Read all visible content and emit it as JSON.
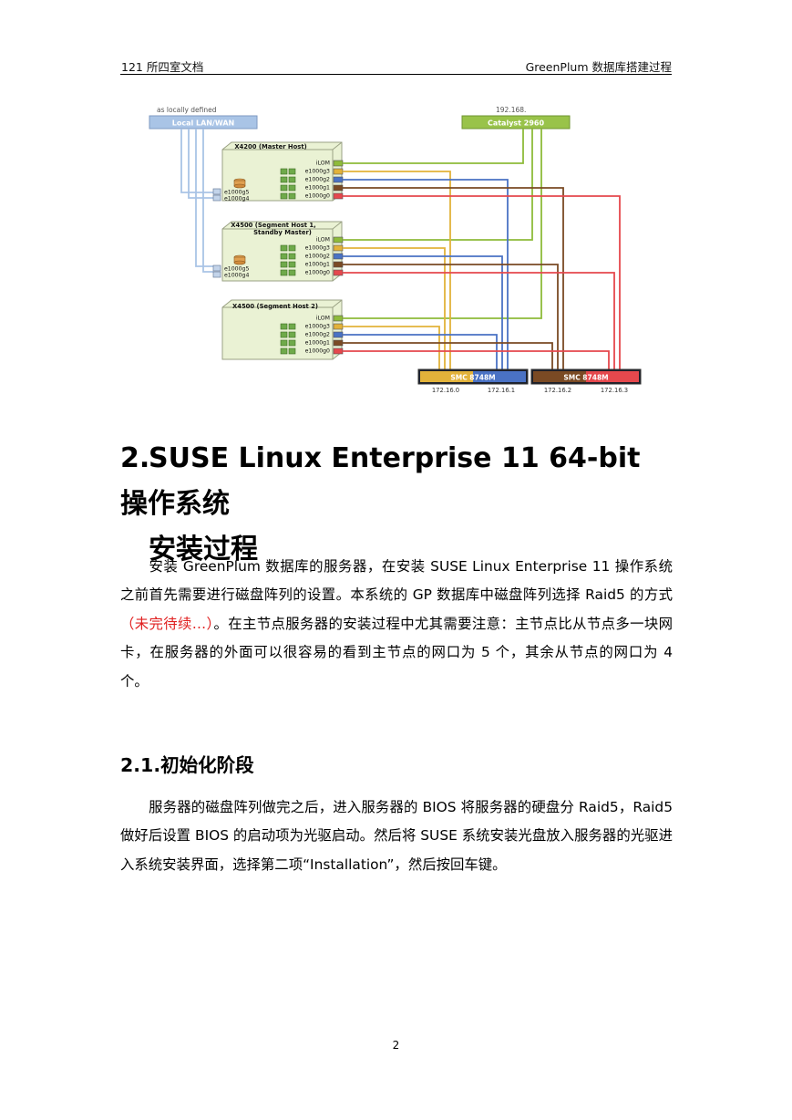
{
  "header": {
    "left": "121 所四室文档",
    "right": "GreenPlum 数据库搭建过程"
  },
  "diagram": {
    "lan_note": "as locally defined",
    "lan_label": "Local LAN/WAN",
    "ip_note": "192.168.",
    "catalyst_label": "Catalyst 2960",
    "hosts": [
      {
        "title_lines": [
          "X4200 (Master Host)"
        ],
        "ports": [
          "iLOM",
          "e1000g3",
          "e1000g2",
          "e1000g1",
          "e1000g0"
        ],
        "lan_ports": [
          "e1000g5",
          "e1000g4"
        ]
      },
      {
        "title_lines": [
          "X4500 (Segment Host 1,",
          "Standby Master)"
        ],
        "ports": [
          "iLOM",
          "e1000g3",
          "e1000g2",
          "e1000g1",
          "e1000g0"
        ],
        "lan_ports": [
          "e1000g5",
          "e1000g4"
        ]
      },
      {
        "title_lines": [
          "X4500 (Segment Host 2)"
        ],
        "ports": [
          "iLOM",
          "e1000g3",
          "e1000g2",
          "e1000g1",
          "e1000g0"
        ],
        "lan_ports": []
      }
    ],
    "switches": [
      "SMC 8748M",
      "SMC 8748M"
    ],
    "subnets": [
      "172.16.0",
      "172.16.1",
      "172.16.2",
      "172.16.3"
    ],
    "colors": {
      "lan": "#a9c4e6",
      "ilom": "#8ebb3a",
      "e1000g3": "#e2b23a",
      "e1000g2": "#4a72c4",
      "e1000g1": "#7a4a24",
      "e1000g0": "#e5484d",
      "host_fill": "#eaf2d4",
      "host_border": "#9aa184"
    }
  },
  "section": {
    "number": "2.",
    "title_line1": "SUSE Linux Enterprise 11 64-bit 操作系统",
    "title_line2": "安装过程",
    "para1_a": "安装 GreenPlum 数据库的服务器，在安装 SUSE Linux Enterprise 11 操作系统之前首先需要进行磁盘阵列的设置。本系统的 GP 数据库中磁盘阵列选择 Raid5 的方式",
    "para1_red": "（未完待续…）",
    "para1_b": "。在主节点服务器的安装过程中尤其需要注意：主节点比从节点多一块网卡，在服务器的外面可以很容易的看到主节点的网口为 5 个，其余从节点的网口为 4 个。"
  },
  "subsection": {
    "title": "2.1.初始化阶段",
    "para": "服务器的磁盘阵列做完之后，进入服务器的 BIOS 将服务器的硬盘分 Raid5，Raid5 做好后设置 BIOS 的启动项为光驱启动。然后将 SUSE 系统安装光盘放入服务器的光驱进入系统安装界面，选择第二项“Installation”，然后按回车键。"
  },
  "footer": {
    "page_number": "2"
  }
}
